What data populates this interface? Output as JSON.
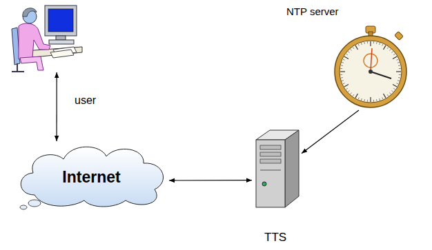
{
  "diagram": {
    "nodes": [
      {
        "text": [
          "user"
        ]
      },
      {
        "text": [
          "NTP server"
        ]
      },
      {
        "text": [
          "Internet"
        ]
      },
      {
        "text": [
          "TTS"
        ]
      }
    ],
    "edges": [
      {
        "from": 0,
        "to": 2,
        "arrow": "both"
      },
      {
        "from": 2,
        "to": 3,
        "arrow": "both"
      },
      {
        "from": 1,
        "to": 3,
        "arrow": "to"
      }
    ]
  }
}
